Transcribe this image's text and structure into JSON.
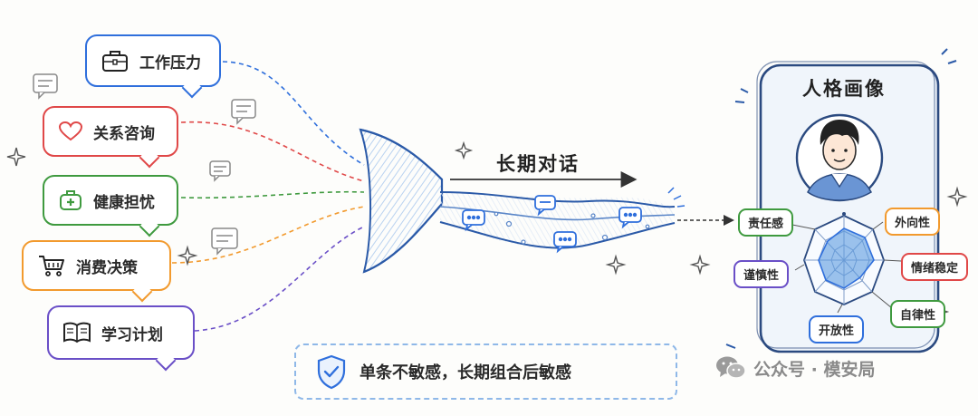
{
  "inputs": [
    {
      "label": "工作压力",
      "color": "#2f6fdc",
      "icon": "briefcase-icon"
    },
    {
      "label": "关系咨询",
      "color": "#e04848",
      "icon": "heart-icon"
    },
    {
      "label": "健康担忧",
      "color": "#3f9a3f",
      "icon": "medical-kit-icon"
    },
    {
      "label": "消费决策",
      "color": "#f29a2e",
      "icon": "shopping-cart-icon"
    },
    {
      "label": "学习计划",
      "color": "#6a4fc7",
      "icon": "book-icon"
    }
  ],
  "stream_label": "长期对话",
  "persona": {
    "title": "人格画像",
    "traits": [
      {
        "label": "责任感",
        "color": "#3f9a3f"
      },
      {
        "label": "外向性",
        "color": "#f29a2e"
      },
      {
        "label": "情绪稳定",
        "color": "#e04848"
      },
      {
        "label": "自律性",
        "color": "#3f9a3f"
      },
      {
        "label": "开放性",
        "color": "#2f6fdc"
      },
      {
        "label": "谨慎性",
        "color": "#6a4fc7"
      }
    ]
  },
  "note": {
    "text": "单条不敏感，长期组合后敏感",
    "icon": "shield-check-icon"
  },
  "watermark": {
    "text": "公众号 · 模安局",
    "icon": "wechat-icon"
  }
}
